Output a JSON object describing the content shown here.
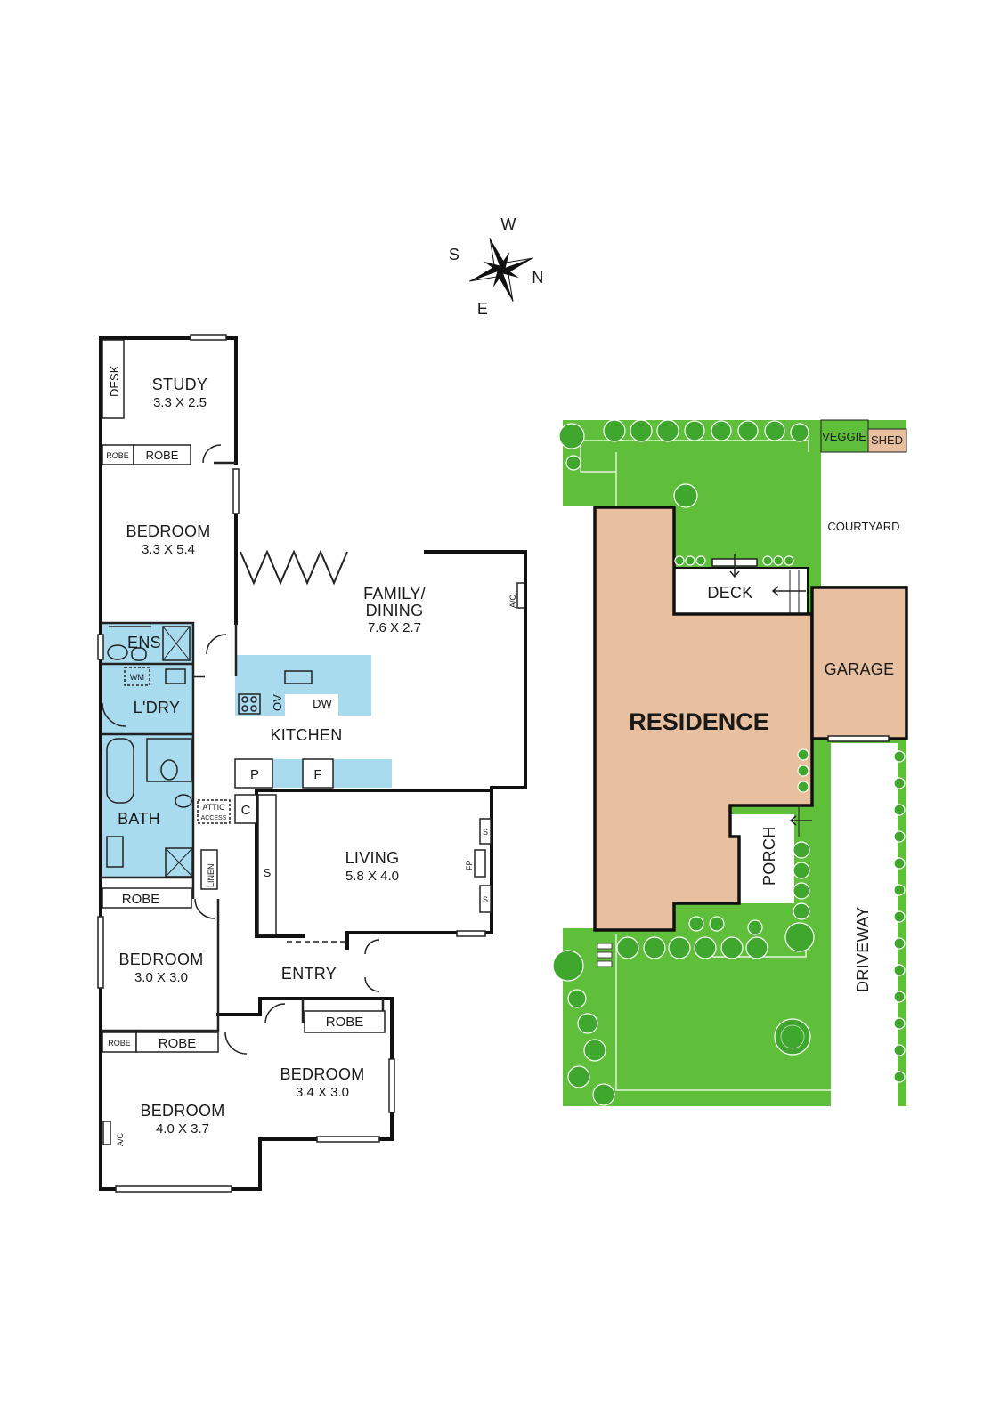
{
  "compass": {
    "north": "N",
    "south": "S",
    "east": "E",
    "west": "W"
  },
  "floor_plan": {
    "study": {
      "name": "STUDY",
      "dims": "3.3 X 2.5"
    },
    "desk": "DESK",
    "study_robe_small": "ROBE",
    "study_robe": "ROBE",
    "bedroom_main": {
      "name": "BEDROOM",
      "dims": "3.3 X 5.4"
    },
    "family_dining": {
      "name_line1": "FAMILY/",
      "name_line2": "DINING",
      "dims": "7.6 X 2.7"
    },
    "ac_family": "A/C",
    "ens": "ENS",
    "wm": "WM",
    "laundry": "L'DRY",
    "kitchen": "KITCHEN",
    "oven": "OV",
    "dishwasher": "DW",
    "pantry": "P",
    "fridge": "F",
    "cupboard": "C",
    "attic_line1": "ATTIC",
    "attic_line2": "ACCESS",
    "bath": "BATH",
    "linen": "LINEN",
    "living": {
      "name": "LIVING",
      "dims": "5.8 X 4.0"
    },
    "shelf_left": "S",
    "shelf_right_top": "S",
    "shelf_right_bottom": "S",
    "fireplace": "FP",
    "robe_mid": "ROBE",
    "bedroom_2": {
      "name": "BEDROOM",
      "dims": "3.0 X 3.0"
    },
    "entry": "ENTRY",
    "robe_bed3": "ROBE",
    "bedroom_3": {
      "name": "BEDROOM",
      "dims": "3.4 X 3.0"
    },
    "robe_bed4_small": "ROBE",
    "robe_bed4": "ROBE",
    "bedroom_4": {
      "name": "BEDROOM",
      "dims": "4.0 X 3.7"
    },
    "ac_bed4": "A/C"
  },
  "site_plan": {
    "veggie": "VEGGIE",
    "shed": "SHED",
    "courtyard": "COURTYARD",
    "deck": "DECK",
    "garage": "GARAGE",
    "residence": "RESIDENCE",
    "porch": "PORCH",
    "driveway": "DRIVEWAY"
  },
  "colors": {
    "wet_area": "#a9dbef",
    "grass": "#5fbf3a",
    "tree": "#3fa72d",
    "residence": "#e8c0a0",
    "garage": "#e8c0a0",
    "shed": "#e8c0a0",
    "wall": "#111111"
  }
}
